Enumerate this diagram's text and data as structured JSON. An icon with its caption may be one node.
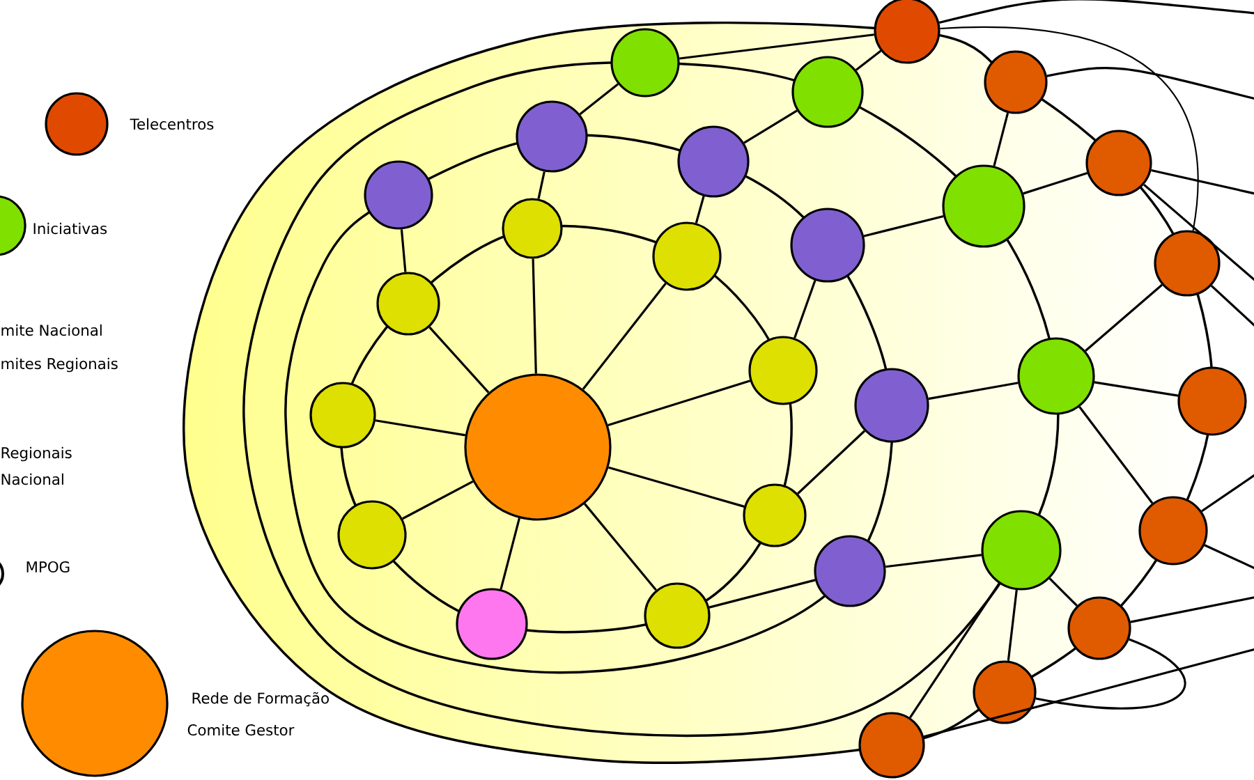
{
  "diagram": {
    "nodes": [
      {
        "text": [],
        "shape": "circle"
      },
      {
        "text": [],
        "shape": "circle"
      },
      {
        "text": [],
        "shape": "circle"
      },
      {
        "text": [],
        "shape": "circle"
      },
      {
        "text": [],
        "shape": "circle"
      },
      {
        "text": [],
        "shape": "circle"
      },
      {
        "text": [],
        "shape": "circle"
      },
      {
        "text": [],
        "shape": "circle"
      },
      {
        "text": [],
        "shape": "circle"
      },
      {
        "text": [],
        "shape": "circle"
      },
      {
        "text": [],
        "shape": "circle"
      },
      {
        "text": [],
        "shape": "circle"
      },
      {
        "text": [],
        "shape": "circle"
      },
      {
        "text": [],
        "shape": "circle"
      },
      {
        "text": [],
        "shape": "circle"
      },
      {
        "text": [],
        "shape": "circle"
      },
      {
        "text": [],
        "shape": "circle"
      },
      {
        "text": [],
        "shape": "circle"
      },
      {
        "text": [],
        "shape": "circle"
      },
      {
        "text": [],
        "shape": "circle"
      },
      {
        "text": [],
        "shape": "circle"
      },
      {
        "text": [],
        "shape": "circle"
      },
      {
        "text": [],
        "shape": "circle"
      },
      {
        "text": [],
        "shape": "circle"
      },
      {
        "text": [],
        "shape": "circle"
      },
      {
        "text": [],
        "shape": "circle"
      },
      {
        "text": [],
        "shape": "circle"
      },
      {
        "text": [],
        "shape": "circle"
      },
      {
        "text": [],
        "shape": "circle"
      },
      {
        "text": [],
        "shape": "circle"
      }
    ],
    "edges": [
      {
        "from": 0,
        "to": 1,
        "arrow": "none"
      },
      {
        "from": 0,
        "to": 2,
        "arrow": "none"
      },
      {
        "from": 0,
        "to": 3,
        "arrow": "none"
      },
      {
        "from": 0,
        "to": 4,
        "arrow": "none"
      },
      {
        "from": 0,
        "to": 5,
        "arrow": "none"
      },
      {
        "from": 0,
        "to": 6,
        "arrow": "none"
      },
      {
        "from": 0,
        "to": 7,
        "arrow": "none"
      },
      {
        "from": 0,
        "to": 8,
        "arrow": "none"
      },
      {
        "from": 0,
        "to": 9,
        "arrow": "none"
      },
      {
        "from": 1,
        "to": 10,
        "arrow": "none"
      },
      {
        "from": 2,
        "to": 11,
        "arrow": "none"
      },
      {
        "from": 3,
        "to": 12,
        "arrow": "none"
      },
      {
        "from": 4,
        "to": 13,
        "arrow": "none"
      },
      {
        "from": 6,
        "to": 14,
        "arrow": "none"
      },
      {
        "from": 8,
        "to": 15,
        "arrow": "none"
      },
      {
        "from": 10,
        "to": 16,
        "arrow": "none"
      },
      {
        "from": 11,
        "to": 17,
        "arrow": "none"
      },
      {
        "from": 13,
        "to": 18,
        "arrow": "none"
      },
      {
        "from": 14,
        "to": 19,
        "arrow": "none"
      },
      {
        "from": 15,
        "to": 20,
        "arrow": "none"
      },
      {
        "from": 16,
        "to": 21,
        "arrow": "none"
      },
      {
        "from": 17,
        "to": 21,
        "arrow": "none"
      },
      {
        "from": 18,
        "to": 22,
        "arrow": "none"
      },
      {
        "from": 18,
        "to": 23,
        "arrow": "none"
      },
      {
        "from": 19,
        "to": 24,
        "arrow": "none"
      },
      {
        "from": 19,
        "to": 25,
        "arrow": "none"
      },
      {
        "from": 19,
        "to": 26,
        "arrow": "none"
      },
      {
        "from": 20,
        "to": 27,
        "arrow": "none"
      },
      {
        "from": 20,
        "to": 28,
        "arrow": "none"
      },
      {
        "from": 20,
        "to": 29,
        "arrow": "none"
      },
      {
        "from": 21,
        "to": null,
        "arrow": "none"
      },
      {
        "from": 21,
        "to": 24,
        "arrow": "none"
      },
      {
        "from": 22,
        "to": null,
        "arrow": "none"
      },
      {
        "from": 23,
        "to": null,
        "arrow": "none"
      },
      {
        "from": 23,
        "to": null,
        "arrow": "none"
      },
      {
        "from": 24,
        "to": null,
        "arrow": "none"
      },
      {
        "from": 26,
        "to": null,
        "arrow": "none"
      },
      {
        "from": 26,
        "to": null,
        "arrow": "none"
      },
      {
        "from": 27,
        "to": null,
        "arrow": "none"
      },
      {
        "from": 27,
        "to": 28,
        "arrow": "none"
      },
      {
        "from": 29,
        "to": null,
        "arrow": "none"
      }
    ],
    "legend": [
      {
        "text": "Telecentros",
        "color": "#e04a00"
      },
      {
        "text": "Iniciativas",
        "color": "#80e000"
      },
      {
        "text": "mite Nacional"
      },
      {
        "text": "mites Regionais"
      },
      {
        "text": "Regionais"
      },
      {
        "text": "Nacional"
      },
      {
        "text": "MPOG"
      },
      {
        "text": "Rede de Formação",
        "color": "#ff8c00"
      },
      {
        "text": "Comite Gestor"
      }
    ]
  }
}
